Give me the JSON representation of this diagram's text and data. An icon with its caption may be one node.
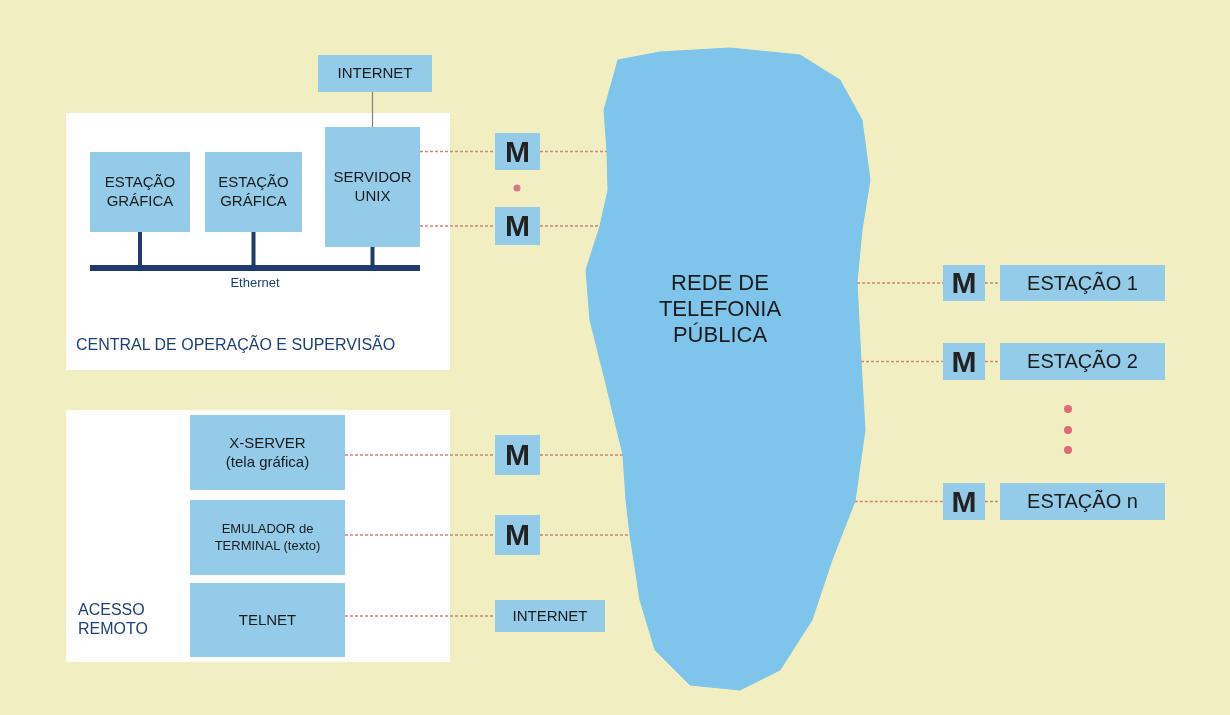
{
  "diagram": {
    "nodes": [
      {
        "text": [
          "INTERNET"
        ]
      },
      {
        "text": [
          "CENTRAL DE OPERAÇÃO E SUPERVISÃO"
        ]
      },
      {
        "text": [
          "ESTAÇÃO GRÁFICA"
        ],
        "in": 1
      },
      {
        "text": [
          "ESTAÇÃO GRÁFICA"
        ],
        "in": 1
      },
      {
        "text": [
          "SERVIDOR UNIX"
        ],
        "in": 1
      },
      {
        "text": [
          "Ethernet"
        ],
        "in": 1
      },
      {
        "text": [
          "M"
        ]
      },
      {
        "text": [
          "M"
        ]
      },
      {
        "text": [
          "REDE DE TELEFONIA PÚBLICA"
        ]
      },
      {
        "text": [
          "M"
        ]
      },
      {
        "text": [
          "ESTAÇÃO 1"
        ]
      },
      {
        "text": [
          "M"
        ]
      },
      {
        "text": [
          "ESTAÇÃO 2"
        ]
      },
      {
        "text": [
          "ACESSO REMOTO"
        ]
      },
      {
        "text": [
          "X-SERVER (tela gráfica)"
        ],
        "in": 13
      },
      {
        "text": [
          "EMULADOR de TERMINAL (texto)"
        ],
        "in": 13
      },
      {
        "text": [
          "TELNET"
        ],
        "in": 13
      },
      {
        "text": [
          "M"
        ]
      },
      {
        "text": [
          "M"
        ]
      },
      {
        "text": [
          "INTERNET"
        ]
      },
      {
        "text": [
          "M"
        ]
      },
      {
        "text": [
          "ESTAÇÃO n"
        ]
      }
    ],
    "edges": [
      {
        "from": 0,
        "to": 4,
        "arrow": "none",
        "color": "#8c8088"
      },
      {
        "from": 2,
        "to": 5,
        "arrow": "none",
        "style": "thick",
        "color": "#1f3a6b"
      },
      {
        "from": 3,
        "to": 5,
        "arrow": "none",
        "style": "thick",
        "color": "#1f3a6b"
      },
      {
        "from": 4,
        "to": 5,
        "arrow": "none",
        "style": "thick",
        "color": "#1f3a6b"
      },
      {
        "from": 4,
        "to": 6,
        "arrow": "none",
        "style": "dashed"
      },
      {
        "from": 6,
        "to": 8,
        "arrow": "none",
        "style": "dashed"
      },
      {
        "from": 4,
        "to": 7,
        "arrow": "none",
        "style": "dashed"
      },
      {
        "from": 7,
        "to": 8,
        "arrow": "none",
        "style": "dashed"
      },
      {
        "from": 8,
        "to": 9,
        "arrow": "none",
        "style": "dashed"
      },
      {
        "from": 9,
        "to": 10,
        "arrow": "none",
        "style": "dashed"
      },
      {
        "from": 8,
        "to": 11,
        "arrow": "none",
        "style": "dashed"
      },
      {
        "from": 11,
        "to": 12,
        "arrow": "none",
        "style": "dashed"
      },
      {
        "from": 14,
        "to": 17,
        "arrow": "none",
        "style": "dashed"
      },
      {
        "from": 17,
        "to": 8,
        "arrow": "none",
        "style": "dashed"
      },
      {
        "from": 15,
        "to": 18,
        "arrow": "none",
        "style": "dashed"
      },
      {
        "from": 18,
        "to": 8,
        "arrow": "none",
        "style": "dashed"
      },
      {
        "from": 16,
        "to": 19,
        "arrow": "none",
        "style": "dashed"
      },
      {
        "from": 8,
        "to": 20,
        "arrow": "none",
        "style": "dashed"
      },
      {
        "from": 20,
        "to": 21,
        "arrow": "none",
        "style": "dashed"
      }
    ]
  }
}
